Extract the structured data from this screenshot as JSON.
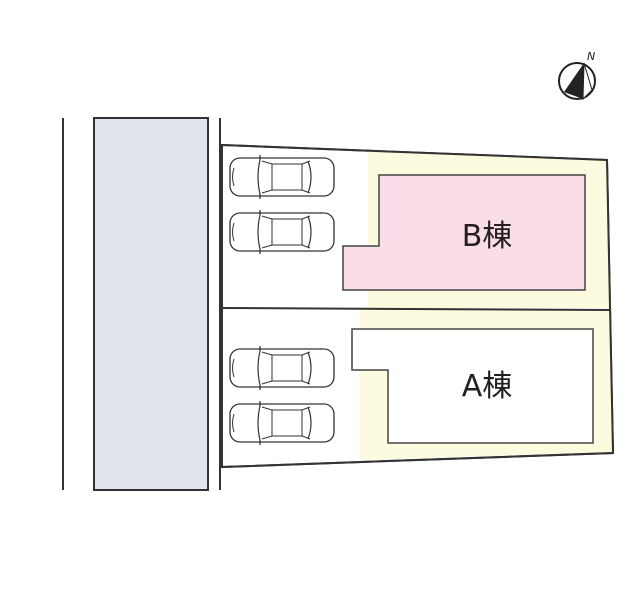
{
  "compass": {
    "label": "N"
  },
  "buildings": [
    {
      "id": "B",
      "label": "B棟",
      "fill": "#f9dde9"
    },
    {
      "id": "A",
      "label": "A棟",
      "fill": "#ffffff"
    }
  ],
  "colors": {
    "road": "#e1e5eb",
    "garden": "#fcfbe0",
    "line": "#333333"
  },
  "parking_spaces_per_lot": 2
}
